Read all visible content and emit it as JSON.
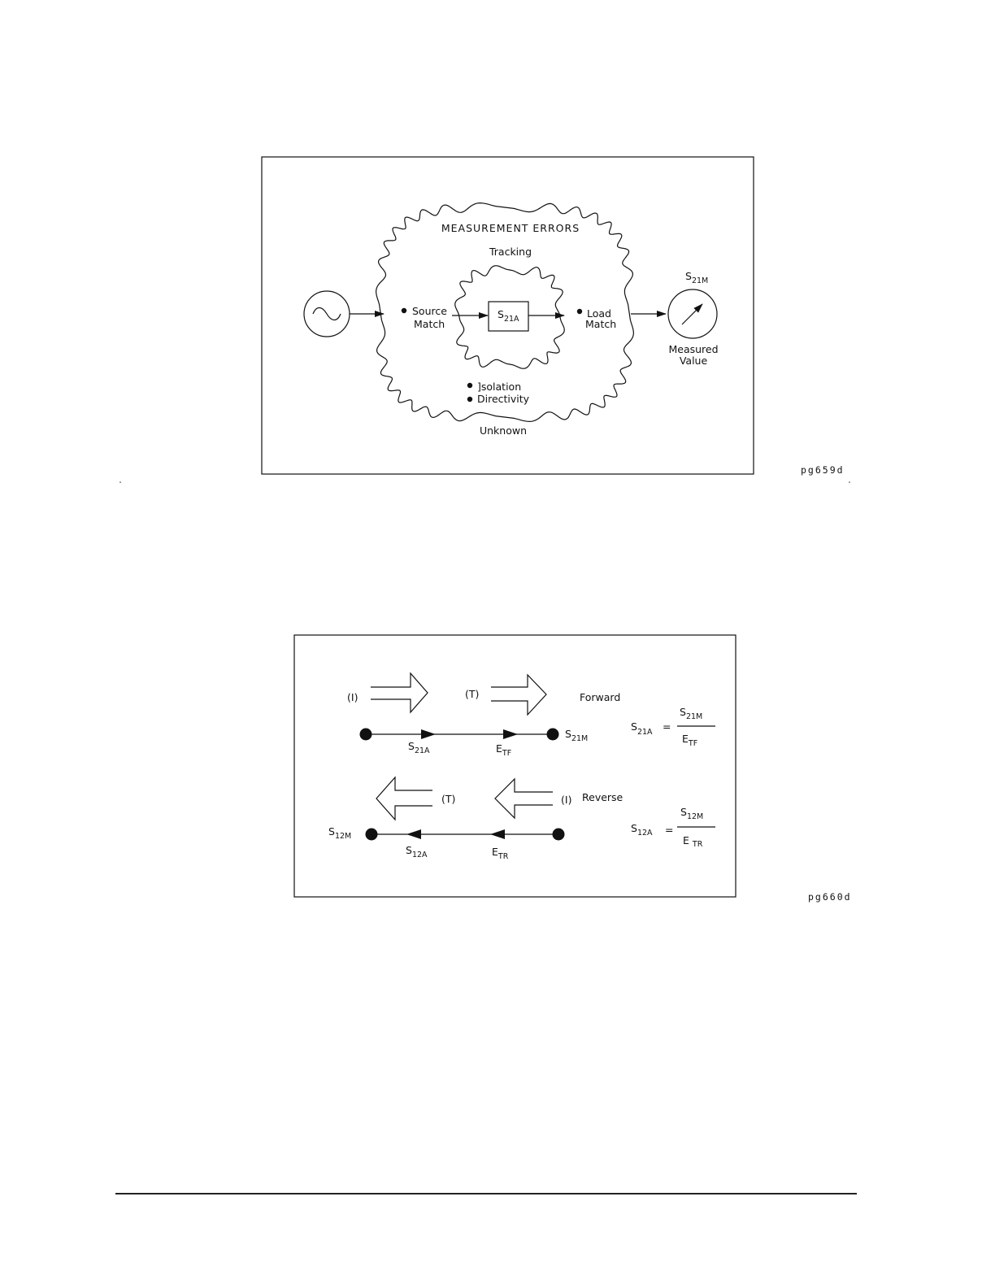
{
  "figure1": {
    "title": "MEASUREMENT ERRORS",
    "tracking": "Tracking",
    "source_match": [
      "Source",
      "Match"
    ],
    "load_match": [
      "Load",
      "Match"
    ],
    "dut": {
      "main": "S",
      "sub": "21A"
    },
    "measured": {
      "main": "S",
      "sub": "21M"
    },
    "measured_value": [
      "Measured",
      "Value"
    ],
    "isolation": "]solation",
    "directivity": "Directivity",
    "unknown": "Unknown",
    "code": "pg659d"
  },
  "figure2": {
    "forward": {
      "label": "Forward",
      "incident": "(I)",
      "transmitted": "(T)",
      "node_right": {
        "main": "S",
        "sub": "21M"
      },
      "branch1": {
        "main": "S",
        "sub": "21A"
      },
      "branch2": {
        "main": "E",
        "sub": "TF"
      },
      "eq_lhs": {
        "main": "S",
        "sub": "21A"
      },
      "eq_num": {
        "main": "S",
        "sub": "21M"
      },
      "eq_den": {
        "main": "E",
        "sub": "TF"
      }
    },
    "reverse": {
      "label": "Reverse",
      "incident": "(I)",
      "transmitted": "(T)",
      "node_left": {
        "main": "S",
        "sub": "12M"
      },
      "branch1": {
        "main": "S",
        "sub": "12A"
      },
      "branch2": {
        "main": "E",
        "sub": "TR"
      },
      "eq_lhs": {
        "main": "S",
        "sub": "12A"
      },
      "eq_num": {
        "main": "S",
        "sub": "12M"
      },
      "eq_den": {
        "main": "E",
        "sub": "TR"
      }
    },
    "equals": "=",
    "code": "pg660d"
  }
}
